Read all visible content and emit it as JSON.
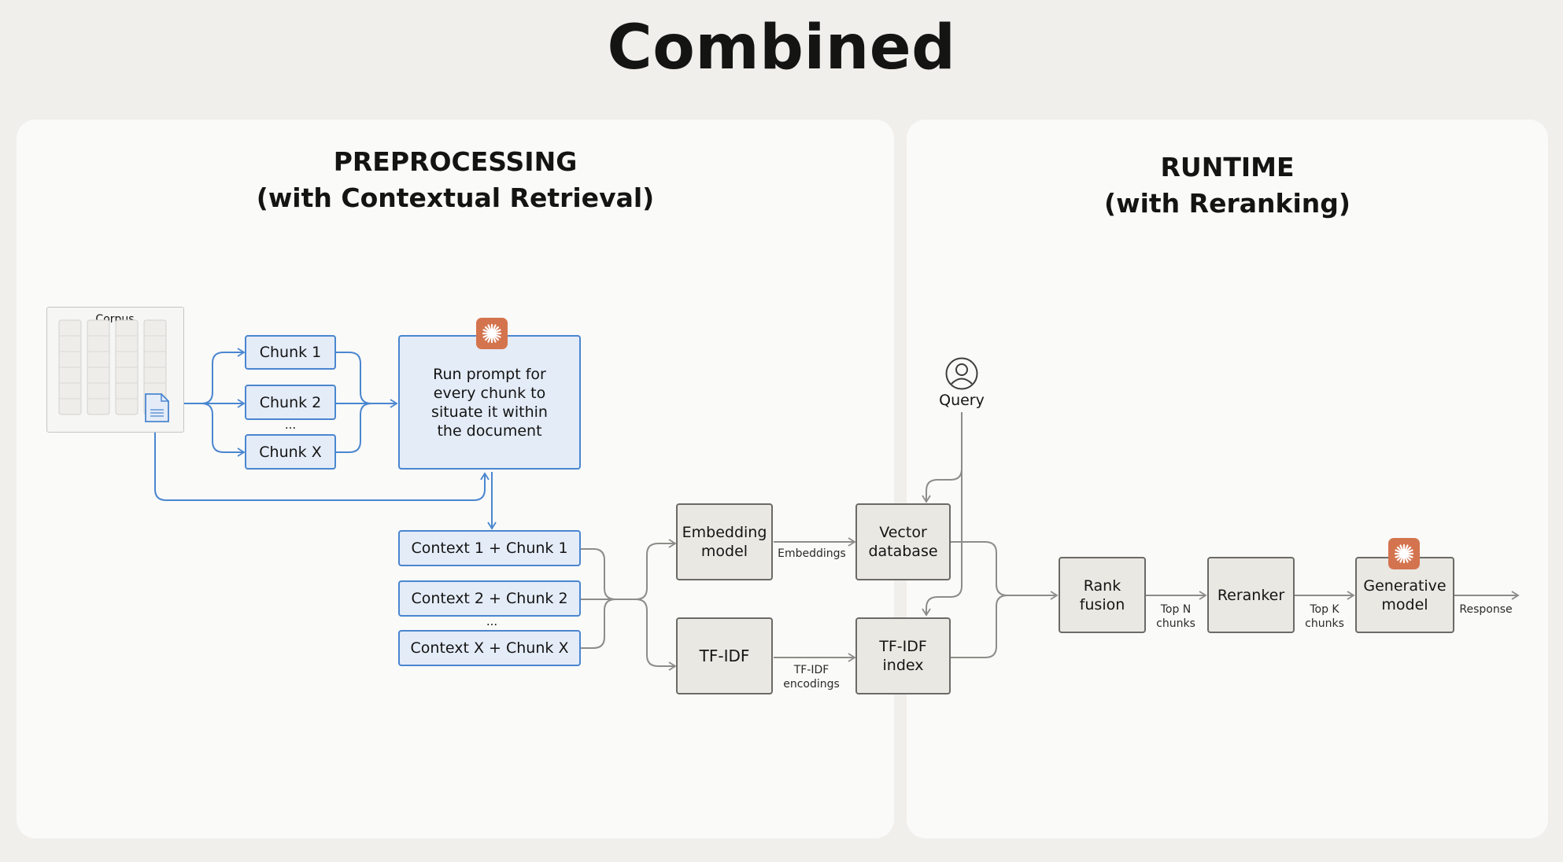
{
  "title": "Combined",
  "preprocessing": {
    "title_line1": "PREPROCESSING",
    "title_line2": "(with Contextual Retrieval)",
    "corpus_label": "Corpus",
    "chunks": [
      "Chunk 1",
      "Chunk 2",
      "Chunk X"
    ],
    "chunk_ellipsis": "...",
    "prompt_box": "Run prompt for every chunk to situate it within the document",
    "contexts": [
      "Context 1 + Chunk 1",
      "Context 2 + Chunk 2",
      "Context X + Chunk X"
    ],
    "context_ellipsis": "...",
    "embedding_model": "Embedding model",
    "tfidf": "TF-IDF",
    "embeddings_label": "Embeddings",
    "tfidf_encodings_label": "TF-IDF encodings",
    "vector_database": "Vector database",
    "tfidf_index": "TF-IDF index"
  },
  "runtime": {
    "title_line1": "RUNTIME",
    "title_line2": "(with Reranking)",
    "query_label": "Query",
    "rank_fusion": "Rank fusion",
    "top_n_label": "Top N chunks",
    "reranker": "Reranker",
    "top_k_label": "Top K chunks",
    "generative_model": "Generative model",
    "response_label": "Response"
  },
  "icons": {
    "claude": "claude-starburst-icon",
    "document": "document-icon",
    "user": "user-icon"
  },
  "colors": {
    "background": "#f0efec",
    "panel": "#fafaf8",
    "blue_fill": "#e4ecf8",
    "blue_stroke": "#4a86d0",
    "grey_fill": "#e9e8e3",
    "grey_stroke": "#6b6a66",
    "accent": "#d4744f"
  }
}
